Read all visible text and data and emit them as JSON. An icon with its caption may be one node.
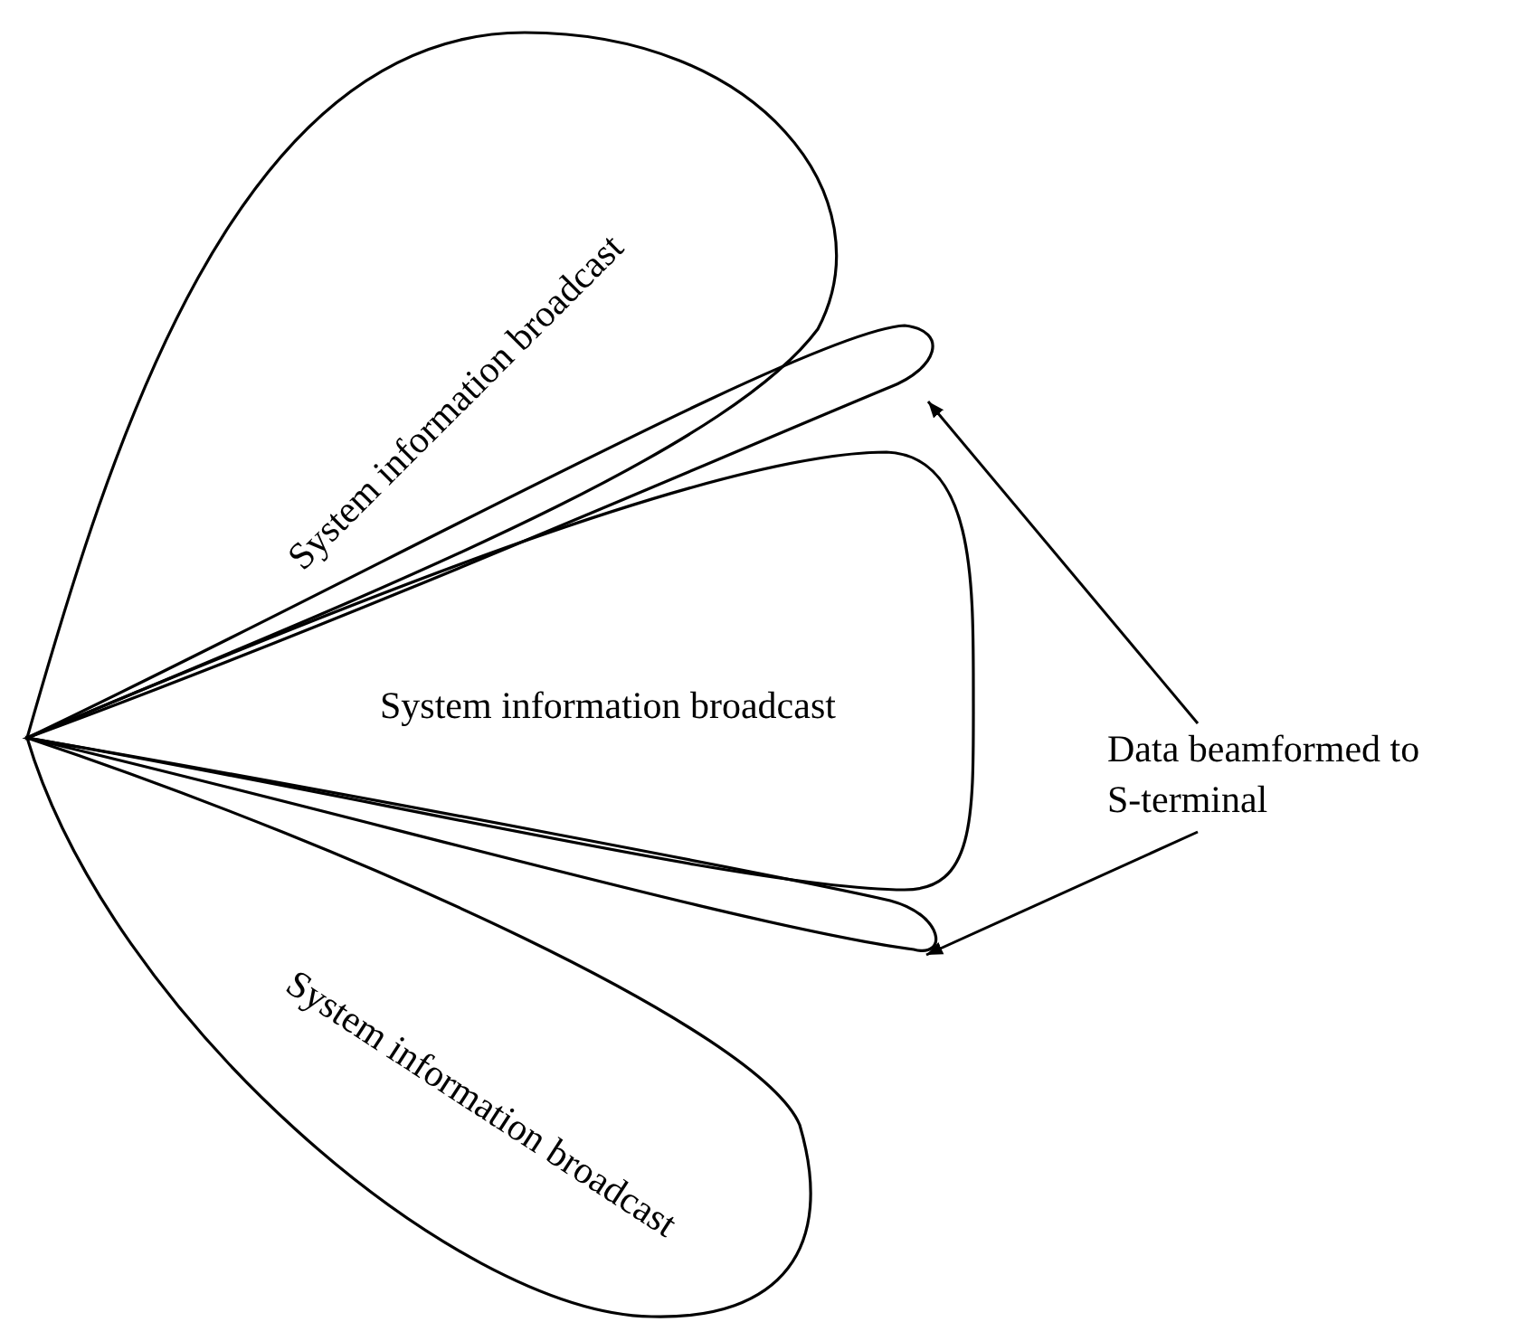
{
  "diagram": {
    "nodes": [
      {
        "text": [
          "System information broadcast"
        ]
      },
      {
        "text": [],
        "shape": "lobe"
      },
      {
        "text": [
          "System information broadcast"
        ]
      },
      {
        "text": [],
        "shape": "lobe"
      },
      {
        "text": [
          "System information broadcast"
        ]
      },
      {
        "text": [
          "Data beamformed to S-terminal"
        ]
      }
    ],
    "edges": [
      {
        "from": 5,
        "to": 1,
        "arrow": "to"
      },
      {
        "from": 5,
        "to": 3,
        "arrow": "to"
      }
    ]
  }
}
